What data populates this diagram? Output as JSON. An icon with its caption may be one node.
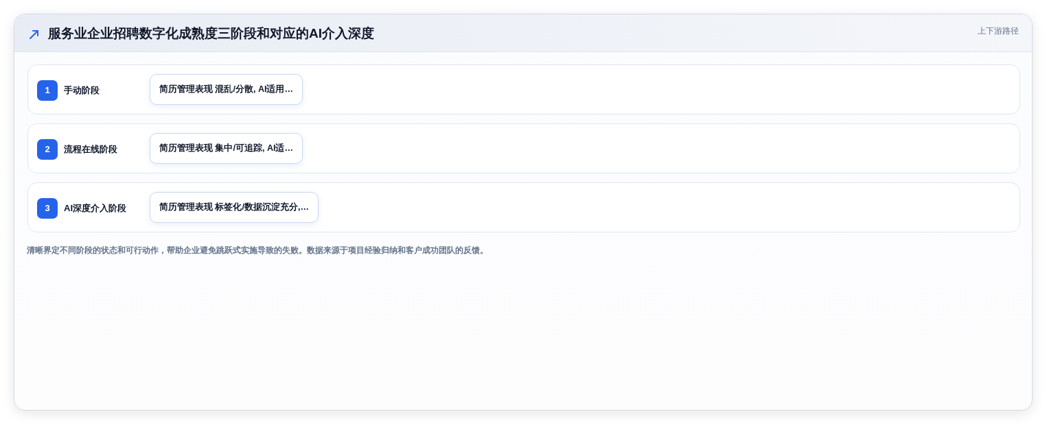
{
  "diagram": {
    "title": "服务业企业招聘数字化成熟度三阶段和对应的AI介入深度",
    "nodes": [
      {
        "text": [
          "手动阶段"
        ]
      },
      {
        "text": [
          "1"
        ],
        "in": 0
      },
      {
        "text": [
          "简历管理表现 混乱/分散, AI适用…"
        ],
        "in": 0
      },
      {
        "text": [
          "流程在线阶段"
        ]
      },
      {
        "text": [
          "2"
        ],
        "in": 3
      },
      {
        "text": [
          "简历管理表现 集中/可追踪, AI适…"
        ],
        "in": 3
      },
      {
        "text": [
          "AI深度介入阶段"
        ]
      },
      {
        "text": [
          "3"
        ],
        "in": 6
      },
      {
        "text": [
          "简历管理表现 标签化/数据沉淀充分,…"
        ],
        "in": 6
      }
    ],
    "labels": [
      "上下游路径"
    ],
    "caption": "清晰界定不同阶段的状态和可行动作，帮助企业避免跳跃式实施导致的失败。数据来源于项目经验归纳和客户成功团队的反馈。"
  }
}
